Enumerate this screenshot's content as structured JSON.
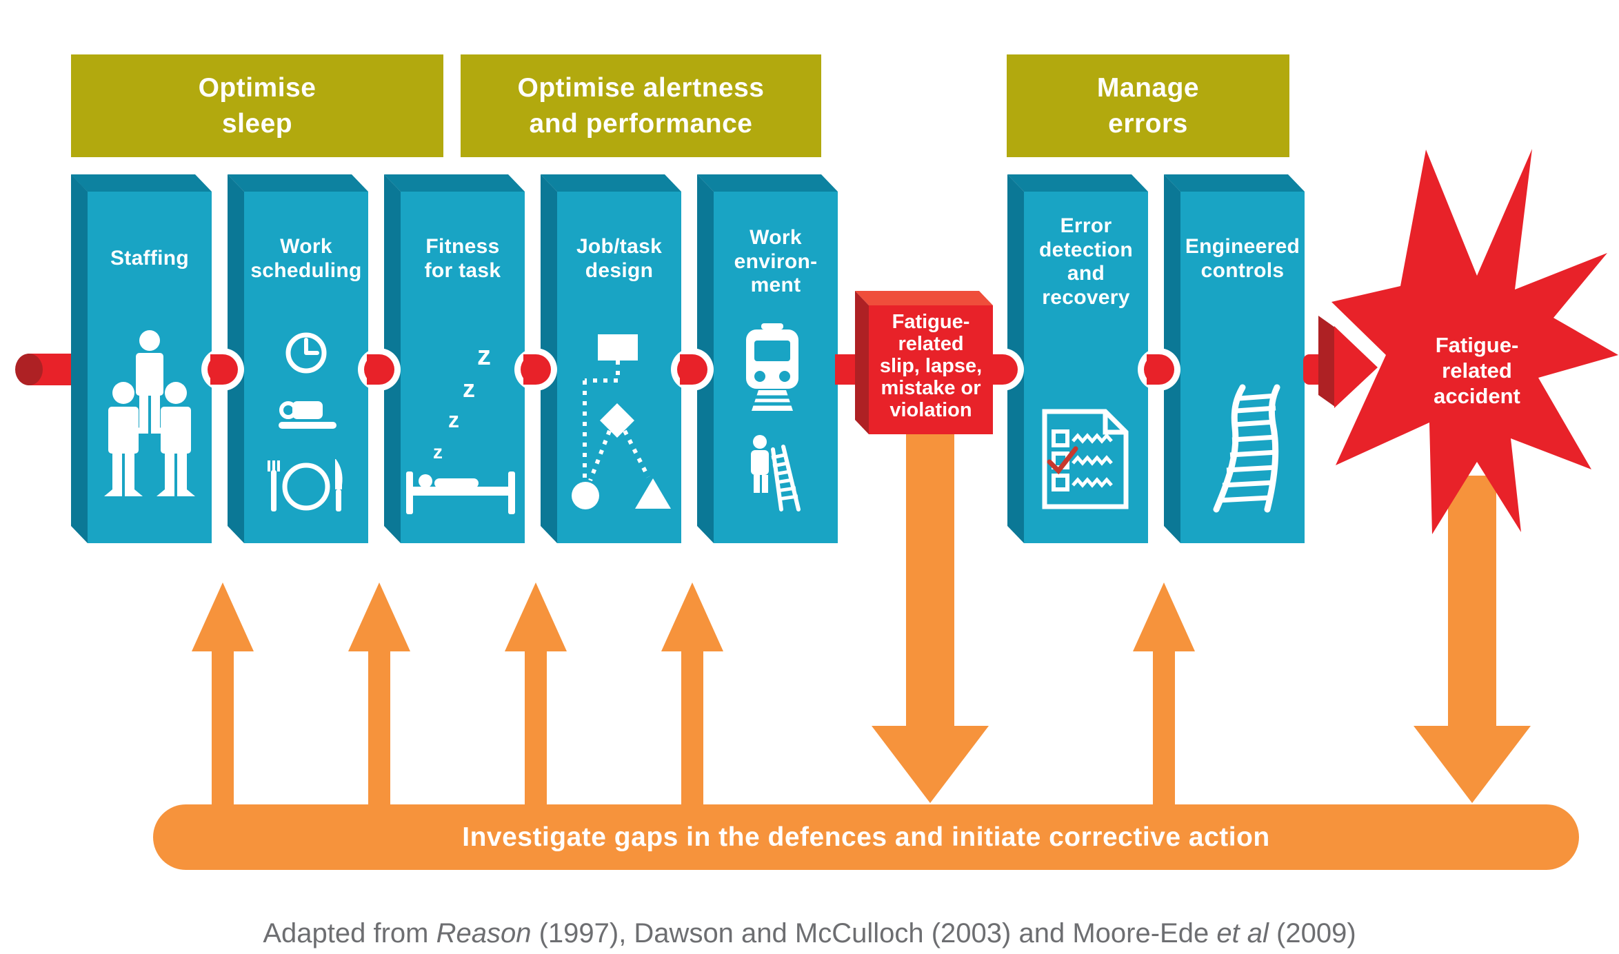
{
  "colors": {
    "olive": "#b2a90e",
    "teal": "#19a4c4",
    "teal_dark_top": "#0d82a0",
    "teal_dark_side": "#0b7896",
    "red": "#e82229",
    "red_dark": "#ae2124",
    "red_box_top": "#ef4e3b",
    "orange": "#f6933c",
    "caption_gray": "#6d6e71"
  },
  "headers": [
    {
      "label": "Optimise\nsleep"
    },
    {
      "label": "Optimise alertness\nand performance"
    },
    {
      "label": "Manage\nerrors"
    }
  ],
  "panels": [
    {
      "label": "Staffing",
      "icons": [
        "three-people"
      ]
    },
    {
      "label": "Work\nscheduling",
      "icons": [
        "clock",
        "coffee-cup",
        "meal-setting"
      ]
    },
    {
      "label": "Fitness\nfor task",
      "icons": [
        "zzz-sleep",
        "bed-sleeper"
      ]
    },
    {
      "label": "Job/task\ndesign",
      "icons": [
        "flowchart"
      ]
    },
    {
      "label": "Work\nenviron-\nment",
      "icons": [
        "train-front",
        "person-ladder"
      ]
    },
    {
      "label": "Error\ndetection\nand\nrecovery",
      "icons": [
        "checklist-document"
      ]
    },
    {
      "label": "Engineered\ncontrols",
      "icons": [
        "railway-track"
      ]
    }
  ],
  "hazard_box": {
    "label": "Fatigue-\nrelated\nslip, lapse,\nmistake or\nviolation"
  },
  "accident_star": {
    "label": "Fatigue-\nrelated\naccident"
  },
  "bottom_bar": {
    "label": "Investigate gaps in the defences and initiate corrective action"
  },
  "caption": {
    "part1": "Adapted from ",
    "italic1": "Reason",
    "part2": " (1997), Dawson and McCulloch (2003) and Moore-Ede ",
    "italic2": "et al",
    "part3": " (2009)"
  },
  "icons": {
    "z": "z"
  }
}
